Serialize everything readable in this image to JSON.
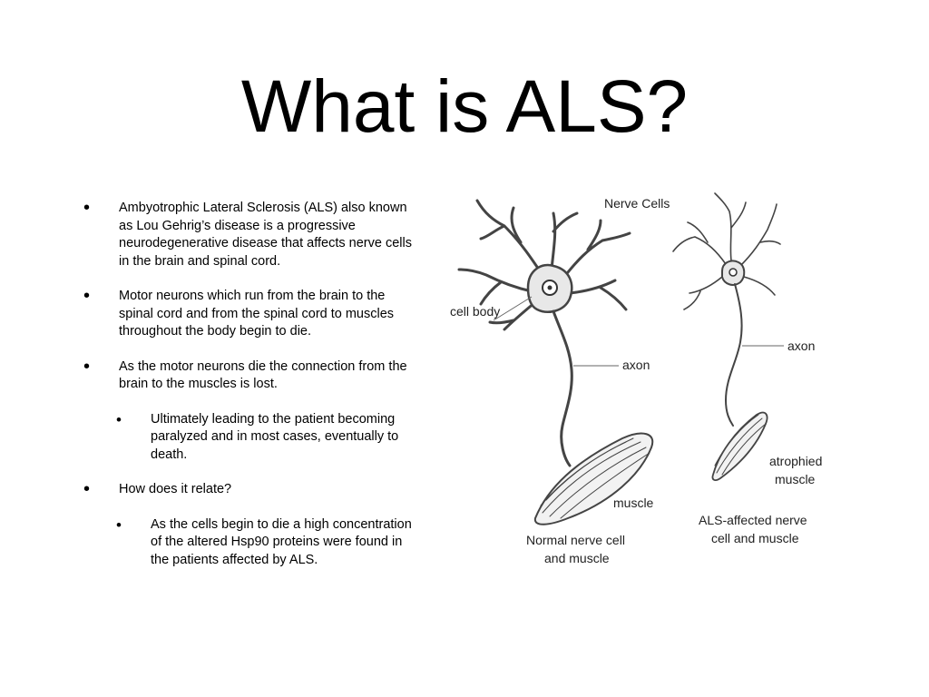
{
  "slide": {
    "title": "What is ALS?",
    "bullets": [
      {
        "level": 1,
        "text": "Ambyotrophic Lateral Sclerosis (ALS) also known as Lou Gehrig’s disease is a progressive neurodegenerative disease that affects nerve cells in the brain and spinal cord."
      },
      {
        "level": 1,
        "text": "Motor neurons which run from the brain to the spinal cord and from the spinal cord to muscles throughout the body begin to die."
      },
      {
        "level": 1,
        "text": "As the motor neurons die the connection from the brain to the muscles is lost."
      },
      {
        "level": 2,
        "text": "Ultimately leading to the patient becoming paralyzed and in most cases, eventually to death."
      },
      {
        "level": 1,
        "text": "How does it relate?"
      },
      {
        "level": 2,
        "text": "As the cells begin to die a high concentration of the altered Hsp90 proteins were found in the patients affected by ALS."
      }
    ],
    "bullet_glyph": "•"
  },
  "figure": {
    "heading": "Nerve Cells",
    "normal": {
      "cell_body_label": "cell body",
      "axon_label": "axon",
      "muscle_label": "muscle",
      "caption_line1": "Normal nerve cell",
      "caption_line2": "and muscle"
    },
    "als": {
      "axon_label": "axon",
      "muscle_label_line1": "atrophied",
      "muscle_label_line2": "muscle",
      "caption_line1": "ALS-affected nerve",
      "caption_line2": "cell and muscle"
    }
  }
}
